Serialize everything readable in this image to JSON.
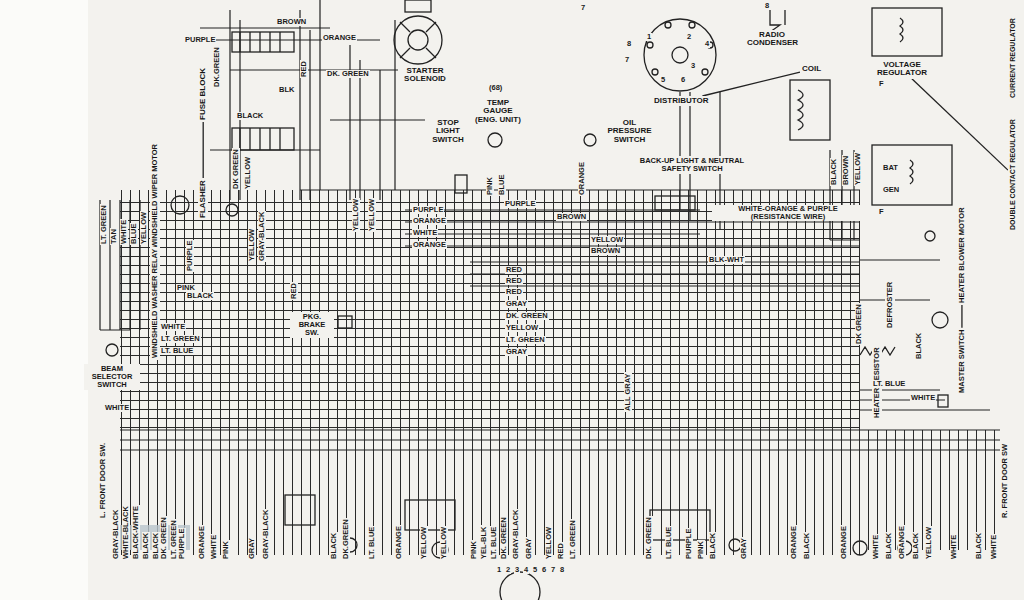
{
  "diagram": {
    "nodes": [
      {
        "text": [
          "STARTER SOLENOID"
        ]
      },
      {
        "text": [
          "TEMP GAUGE (ENG. UNIT)"
        ]
      },
      {
        "text": [
          "OIL PRESSURE SWITCH"
        ]
      },
      {
        "text": [
          "DISTRIBUTOR"
        ]
      },
      {
        "text": [
          "RADIO CONDENSER"
        ]
      },
      {
        "text": [
          "COIL"
        ]
      },
      {
        "text": [
          "VOLTAGE REGULATOR"
        ]
      },
      {
        "text": [
          "CURRENT REGULATOR"
        ]
      },
      {
        "text": [
          "DOUBLE CONTACT REGULATOR"
        ]
      },
      {
        "text": [
          "FUSE BLOCK"
        ]
      },
      {
        "text": [
          "FLASHER"
        ]
      },
      {
        "text": [
          "WINDSHIELD WIPER MOTOR"
        ]
      },
      {
        "text": [
          "WINDSHIELD WASHER RELAY"
        ]
      },
      {
        "text": [
          "STOP LIGHT SWITCH"
        ]
      },
      {
        "text": [
          "BACK-UP LIGHT & NEUTRAL SAFETY SWITCH"
        ]
      },
      {
        "text": [
          "PKG. BRAKE SW."
        ]
      },
      {
        "text": [
          "BEAM SELECTOR SWITCH"
        ]
      },
      {
        "text": [
          "L. FRONT DOOR SW."
        ]
      },
      {
        "text": [
          "R. FRONT DOOR SW"
        ]
      },
      {
        "text": [
          "HEATER BLOWER MOTOR"
        ]
      },
      {
        "text": [
          "DEFROSTER"
        ]
      },
      {
        "text": [
          "HEATER RESISTOR"
        ]
      },
      {
        "text": [
          "MASTER SWITCH"
        ]
      }
    ],
    "edges": [
      {
        "from": 3,
        "to": 5,
        "arrow": "none"
      },
      {
        "from": 9,
        "to": 10,
        "arrow": "none"
      },
      {
        "from": 6,
        "to": 8,
        "arrow": "none"
      },
      {
        "from": 11,
        "to": 12,
        "arrow": "none"
      },
      {
        "from": 19,
        "to": 22,
        "arrow": "none"
      }
    ],
    "labels": [
      "BROWN",
      "PURPLE",
      "ORANGE",
      "DK.GREEN",
      "RED",
      "BLK",
      "DK. GREEN",
      "BLACK",
      "DK GREEN",
      "YELLOW",
      "YELLOW",
      "GRAY-BLACK",
      "YELLOW",
      "YELLOW",
      "LT. GREEN",
      "TAN",
      "WHITE",
      "BLUE",
      "YELLOW",
      "PURPLE",
      "PINK",
      "(68)",
      "PINK",
      "BLUE",
      "ORANGE",
      "PURPLE",
      "BROWN",
      "PURPLE",
      "ORANGE",
      "WHITE",
      "ORANGE",
      "YELLOW",
      "BROWN",
      "BLK-WHT",
      "WHITE-ORANGE & PURPLE (RESISTANCE WIRE)",
      "RED",
      "RED",
      "RED",
      "GRAY",
      "DK. GREEN",
      "YELLOW",
      "LT. GREEN",
      "GRAY",
      "BLACK",
      "WHITE",
      "LT. GREEN",
      "LT. BLUE",
      "RED",
      "WHITE",
      "ALL GRAY",
      "DK GREEN",
      "BLACK",
      "LT. BLUE",
      "WHITE",
      "BLACK",
      "BROWN",
      "YELLOW",
      "BAT",
      "GEN",
      "F",
      "F",
      "8",
      "1",
      "2",
      "4",
      "7",
      "3",
      "6",
      "5",
      "7",
      "8",
      "GRAY-BLACK",
      "WHITE-BLACK",
      "BLACK-WHITE",
      "BLACK",
      "BLACK",
      "DK. GREEN",
      "LT. GREEN",
      "PURPLE",
      "ORANGE",
      "WHITE",
      "PINK",
      "GRAY",
      "GRAY-BLACK",
      "BLACK",
      "DK.GREEN",
      "LT. BLUE",
      "ORANGE",
      "YELLOW",
      "YELLOW",
      "PINK",
      "YEL-BLK",
      "LT. BLUE",
      "DK. GREEN",
      "GRAY-BLACK",
      "GRAY",
      "YELLOW",
      "RED",
      "LT. GREEN",
      "DK. GREEN",
      "LT. BLUE",
      "PURPLE",
      "PINK",
      "BLACK",
      "GRAY",
      "ORANGE",
      "BLACK",
      "ORANGE",
      "WHITE",
      "BLACK",
      "ORANGE",
      "BLACK",
      "YELLOW",
      "WHITE",
      "BLACK",
      "WHITE",
      "1",
      "2",
      "3",
      "4",
      "5",
      "6",
      "7",
      "8"
    ]
  }
}
